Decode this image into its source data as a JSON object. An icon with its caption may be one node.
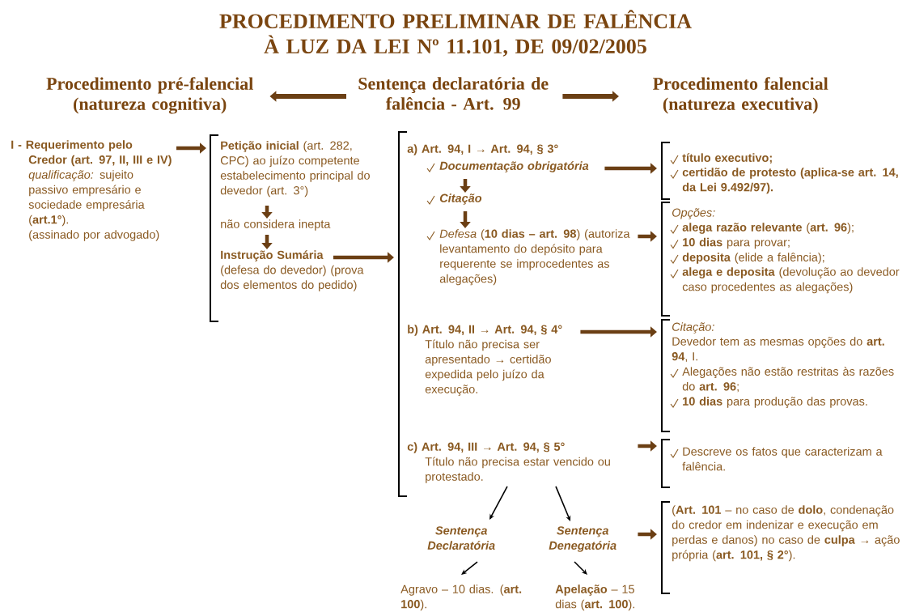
{
  "diagram": {
    "title": "PROCEDIMENTO PRELIMINAR DE FALÊNCIA À LUZ DA LEI Nº 11.101, DE 09/02/2005",
    "nodes": [
      {
        "text": [
          "Procedimento pré-falencial (natureza cognitiva)"
        ]
      },
      {
        "text": [
          "Sentença declaratória de falência - Art. 99"
        ]
      },
      {
        "text": [
          "Procedimento falencial (natureza executiva)"
        ]
      },
      {
        "text": [
          "I - Requerimento pelo Credor (art. 97, II, III e IV)",
          "*qualificação:* sujeito passivo empresário e sociedade empresária (**art.1°**).",
          "(assinado por advogado)"
        ]
      },
      {
        "text": [],
        "shape": "bracket"
      },
      {
        "text": [
          "**Petição inicial** (art. 282, CPC) ao juízo competente estabelecimento principal do devedor (art. 3°)"
        ]
      },
      {
        "text": [
          "não considera inepta"
        ]
      },
      {
        "text": [
          "**Instrução Sumária** (defesa do devedor) (prova dos elementos do pedido)"
        ]
      },
      {
        "text": [],
        "shape": "bracket"
      },
      {
        "text": [
          "a) Art. 94, I → Art. 94, § 3°"
        ]
      },
      {
        "text": [
          "Documentação obrigatória"
        ]
      },
      {
        "text": [
          "Citação"
        ]
      },
      {
        "text": [
          "*Defesa* (**10 dias – art. 98**) (autoriza levantamento do depósito para requerente se improcedentes as alegações)"
        ]
      },
      {
        "text": [
          "b) Art. 94, II → Art. 94, § 4°",
          "Título não precisa ser apresentado → certidão expedida pelo juízo da execução."
        ]
      },
      {
        "text": [
          "c) Art. 94, III → Art. 94, § 5°",
          "Título não precisa estar vencido ou protestado."
        ]
      },
      {
        "text": [
          "Sentença Declaratória"
        ]
      },
      {
        "text": [
          "Sentença Denegatória"
        ]
      },
      {
        "text": [
          "Agravo – 10 dias. (**art. 100**)."
        ]
      },
      {
        "text": [
          "**Apelação** – 15 dias (**art. 100**)."
        ]
      },
      {
        "text": [
          "título executivo;",
          "certidão de protesto (aplica-se art. 14, da Lei 9.492/97)."
        ]
      },
      {
        "text": [
          "Opções:",
          "**alega razão relevante** (**art. 96**);",
          "**10 dias** para provar;",
          "**deposita** (elide a falência);",
          "**alega e deposita** (devolução ao devedor caso procedentes as alegações)"
        ]
      },
      {
        "text": [
          "Citação:",
          "Devedor tem as mesmas opções do **art. 94**, I.",
          "Alegações não estão restritas às razões do **art. 96**;",
          "**10 dias** para produção das provas."
        ]
      },
      {
        "text": [
          "Descreve os fatos que caracterizam a falência."
        ]
      },
      {
        "text": [
          "(**Art. 101** – no caso de **dolo**, condenação do credor em indenizar e execução em perdas e danos) no caso de **culpa** → ação própria (**art. 101, § 2°**)."
        ]
      }
    ],
    "edges": [
      {
        "from": 1,
        "to": 0,
        "arrow": "to"
      },
      {
        "from": 1,
        "to": 2,
        "arrow": "to"
      },
      {
        "from": 3,
        "to": 4,
        "arrow": "to"
      },
      {
        "from": 5,
        "to": 6,
        "arrow": "to"
      },
      {
        "from": 6,
        "to": 7,
        "arrow": "to"
      },
      {
        "from": 7,
        "to": 8,
        "arrow": "to"
      },
      {
        "from": 10,
        "to": 19,
        "arrow": "to"
      },
      {
        "from": 10,
        "to": 11,
        "arrow": "to"
      },
      {
        "from": 11,
        "to": 12,
        "arrow": "to"
      },
      {
        "from": 12,
        "to": 20,
        "arrow": "to"
      },
      {
        "from": 13,
        "to": 21,
        "arrow": "to"
      },
      {
        "from": 14,
        "to": 22,
        "arrow": "to"
      },
      {
        "from": 16,
        "to": 23,
        "arrow": "to"
      },
      {
        "from": 14,
        "to": 15,
        "arrow": "to",
        "color": "#000000"
      },
      {
        "from": 14,
        "to": 16,
        "arrow": "to",
        "color": "#000000"
      },
      {
        "from": 15,
        "to": 17,
        "arrow": "to",
        "color": "#000000"
      },
      {
        "from": 16,
        "to": 18,
        "arrow": "to",
        "color": "#000000"
      }
    ]
  }
}
